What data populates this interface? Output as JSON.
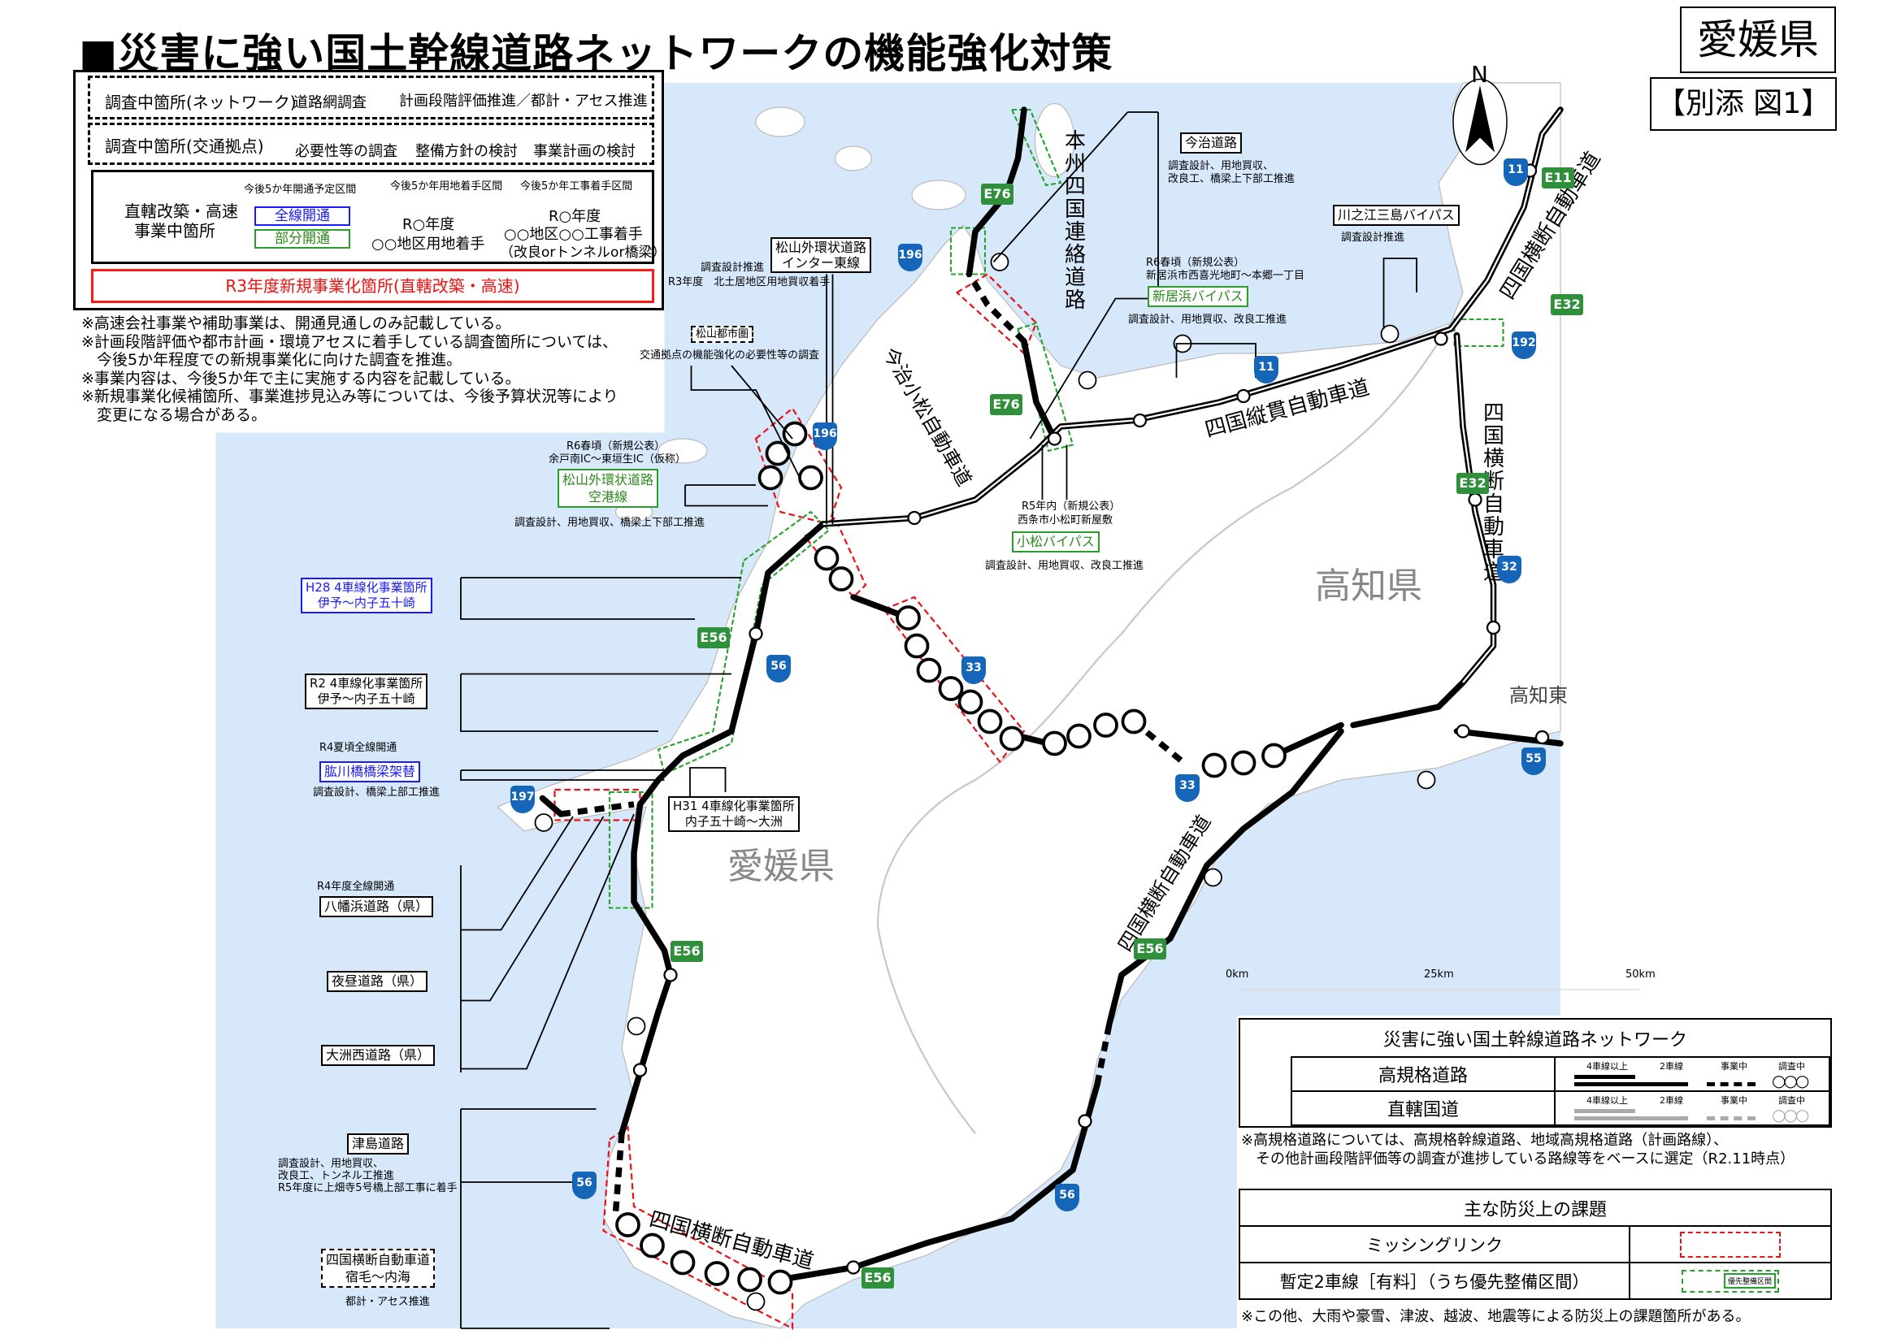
{
  "header": {
    "title": "■災害に強い国土幹線道路ネットワークの機能強化対策",
    "prefecture": "愛媛県",
    "figure_label": "【別添 図1】"
  },
  "legend_top": {
    "network_label": "調査中箇所(ネットワーク)",
    "network_stage1": "道路網調査",
    "network_stage2": "計画段階評価推進／都計・アセス推進",
    "hub_label": "調査中箇所(交通拠点)",
    "hub_stage1": "必要性等の調査",
    "hub_stage2": "整備方針の検討",
    "hub_stage3": "事業計画の検討",
    "direct_label_1": "直轄改築・高速",
    "direct_label_2": "事業中箇所",
    "col1_head": "今後5か年開通予定区間",
    "col2_head": "今後5か年用地着手区間",
    "col3_head": "今後5か年工事着手区間",
    "full_open": "全線開通",
    "partial_open": "部分開通",
    "land_1": "R○年度",
    "land_2": "○○地区用地着手",
    "work_1": "R○年度",
    "work_2": "○○地区○○工事着手",
    "work_3": "（改良orトンネルor橋梁）",
    "new_project": "R3年度新規事業化箇所(直轄改築・高速)"
  },
  "notes": [
    "※高速会社事業や補助事業は、開通見通しのみ記載している。",
    "※計画段階評価や都市計画・環境アセスに着手している調査箇所については、",
    "　今後5か年程度での新規事業化に向けた調査を推進。",
    "※事業内容は、今後5か年で主に実施する内容を記載している。",
    "※新規事業化候補箇所、事業進捗見込み等については、今後予算状況等により",
    "　変更になる場合がある。"
  ],
  "map": {
    "compass": "N",
    "region_labels": {
      "ehime": "愛媛県",
      "kochi": "高知県",
      "kochi_east": "高知東"
    },
    "route_names": {
      "honshi": "本州四国連絡道路",
      "imabari_komatsu": "今治小松自動車道",
      "jukan": "四国縦貫自動車道",
      "odan_ne": "四国横断自動車道",
      "odan_e": "四国横断自動車道",
      "odan_s": "四国横断自動車道",
      "odan_sw": "四国横断自動車道"
    },
    "projects": {
      "imabari": {
        "name": "今治道路",
        "detail_1": "調査設計、用地買収、",
        "detail_2": "改良工、橋梁上下部工推進"
      },
      "kawanoe": {
        "name": "川之江三島バイパス",
        "detail": "調査設計推進"
      },
      "niihama": {
        "schedule": "R6春頃（新規公表）",
        "section": "新居浜市西喜光地町～本郷一丁目",
        "name": "新居浜バイパス",
        "detail": "調査設計、用地買収、改良工推進"
      },
      "matsuyama_ic": {
        "name_1": "松山外環状道路",
        "name_2": "インター東線",
        "detail_1": "調査設計推進",
        "detail_2": "R3年度　北土居地区用地買収着手"
      },
      "matsuyama_city": {
        "name": "松山都市圏",
        "detail": "交通拠点の機能強化の必要性等の調査"
      },
      "matsuyama_airport": {
        "schedule": "R6春頃（新規公表）",
        "section": "余戸南IC～東垣生IC（仮称）",
        "name_1": "松山外環状道路",
        "name_2": "空港線",
        "detail": "調査設計、用地買収、橋梁上下部工推進"
      },
      "komatsu": {
        "schedule": "R5年内（新規公表）",
        "section": "西条市小松町新屋敷",
        "name": "小松バイパス",
        "detail": "調査設計、用地買収、改良工推進"
      },
      "h28": {
        "name_1": "H28 4車線化事業箇所",
        "name_2": "伊予～内子五十崎"
      },
      "r2": {
        "name_1": "R2 4車線化事業箇所",
        "name_2": "伊予～内子五十崎"
      },
      "hijikawa": {
        "schedule": "R4夏頃全線開通",
        "name": "肱川橋橋梁架替",
        "detail": "調査設計、橋梁上部工推進"
      },
      "h31": {
        "name_1": "H31 4車線化事業箇所",
        "name_2": "内子五十崎～大洲"
      },
      "yawatahama": {
        "schedule": "R4年度全線開通",
        "name": "八幡浜道路（県）"
      },
      "yoru": {
        "name": "夜昼道路（県）"
      },
      "ozunishi": {
        "name": "大洲西道路（県）"
      },
      "tsushima": {
        "name": "津島道路",
        "detail_1": "調査設計、用地買収、",
        "detail_2": "改良工、トンネル工推進",
        "detail_3": "R5年度に上畑寺5号橋上部工事に着手"
      },
      "sukumo": {
        "name_1": "四国横断自動車道",
        "name_2": "宿毛～内海",
        "detail": "都計・アセス推進"
      }
    },
    "shields": {
      "e76a": "E76",
      "e76b": "E76",
      "e56a": "E56",
      "e56b": "E56",
      "e56c": "E56",
      "e56d": "E56",
      "e11": "E11",
      "e32a": "E32",
      "e32b": "E32",
      "r196a": "196",
      "r196b": "196",
      "r11a": "11",
      "r11b": "11",
      "r192": "192",
      "r56a": "56",
      "r56b": "56",
      "r56c": "56",
      "r197": "197",
      "r33a": "33",
      "r33b": "33",
      "r32": "32",
      "r55": "55"
    },
    "scale": {
      "t0": "0km",
      "t1": "25km",
      "t2": "50km"
    }
  },
  "legend_network": {
    "title": "災害に強い国土幹線道路ネットワーク",
    "row1": "高規格道路",
    "row2": "直轄国道",
    "col_4lane": "4車線以上",
    "col_2lane": "2車線",
    "col_ongoing": "事業中",
    "col_survey": "調査中",
    "note_1": "※高規格道路については、高規格幹線道路、地域高規格道路（計画路線）、",
    "note_2": "　その他計画段階評価等の調査が進捗している路線等をベースに選定（R2.11時点）"
  },
  "legend_issues": {
    "title": "主な防災上の課題",
    "missing_link": "ミッシングリンク",
    "provisional": "暫定2車線［有料］（うち優先整備区間）",
    "priority": "優先整備区間",
    "note": "※この他、大雨や豪雪、津波、越波、地震等による防災上の課題箇所がある。"
  },
  "colors": {
    "sea": "#d7e8fb",
    "missing_link": "#e8141a",
    "provisional": "#22a32a",
    "expressway_shield": "#2f8f3a",
    "national_route_shield": "#1565b8"
  }
}
